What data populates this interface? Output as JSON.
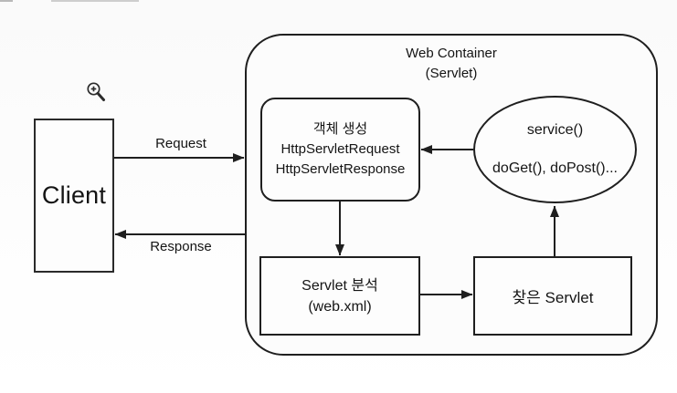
{
  "diagram": {
    "colors": {
      "stroke": "#1f1f1f",
      "text": "#151515",
      "background": "#fcfcfc"
    },
    "cursor_icon": "zoom-in-magnifier",
    "client": {
      "label": "Client"
    },
    "web_container": {
      "title": "Web Container",
      "subtitle": "(Servlet)"
    },
    "object_creation_box": {
      "line1": "객체 생성",
      "line2": "HttpServletRequest",
      "line3": "HttpServletResponse"
    },
    "service_ellipse": {
      "line1": "service()",
      "line2": "doGet(), doPost()..."
    },
    "servlet_analysis_box": {
      "line1": "Servlet 분석",
      "line2": "(web.xml)"
    },
    "found_servlet_box": {
      "label": "찾은 Servlet"
    },
    "edges": {
      "request": {
        "label": "Request",
        "from": "client",
        "to": "web-container"
      },
      "response": {
        "label": "Response",
        "from": "web-container",
        "to": "client"
      },
      "service_to_object": {
        "from": "service-ellipse",
        "to": "object-creation-box"
      },
      "object_to_analysis": {
        "from": "object-creation-box",
        "to": "servlet-analysis-box"
      },
      "analysis_to_found": {
        "from": "servlet-analysis-box",
        "to": "found-servlet-box"
      },
      "found_to_service": {
        "from": "found-servlet-box",
        "to": "service-ellipse"
      }
    }
  }
}
